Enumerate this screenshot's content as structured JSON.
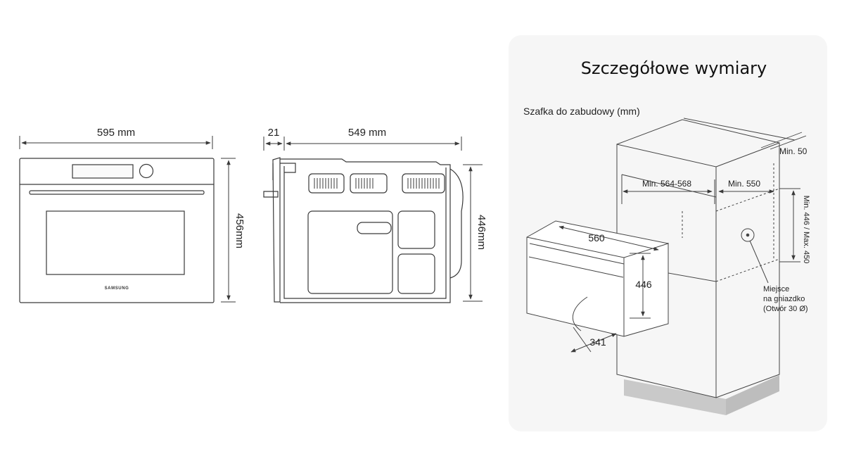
{
  "colors": {
    "line": "#3a3a3a",
    "panel_bg": "#f6f6f6",
    "plinth": "#c9c9c9"
  },
  "front_view": {
    "width_label": "595 mm",
    "height_label": "456mm",
    "brand": "SAMSUNG"
  },
  "side_view": {
    "door_label": "21",
    "depth_label": "549 mm",
    "height_label": "446mm"
  },
  "install_panel": {
    "title": "Szczegółowe wymiary",
    "subtitle": "Szafka do zabudowy (mm)",
    "cabinet_depth": "Min. 50",
    "niche_width": "Min. 564-568",
    "niche_depth": "Min. 550",
    "niche_height": "Min. 446 / Max. 450",
    "oven_width": "560",
    "oven_height": "446",
    "door_swing": "341",
    "socket_note": [
      "Miejsce",
      "na gniazdko",
      "(Otwór 30 Ø)"
    ]
  }
}
